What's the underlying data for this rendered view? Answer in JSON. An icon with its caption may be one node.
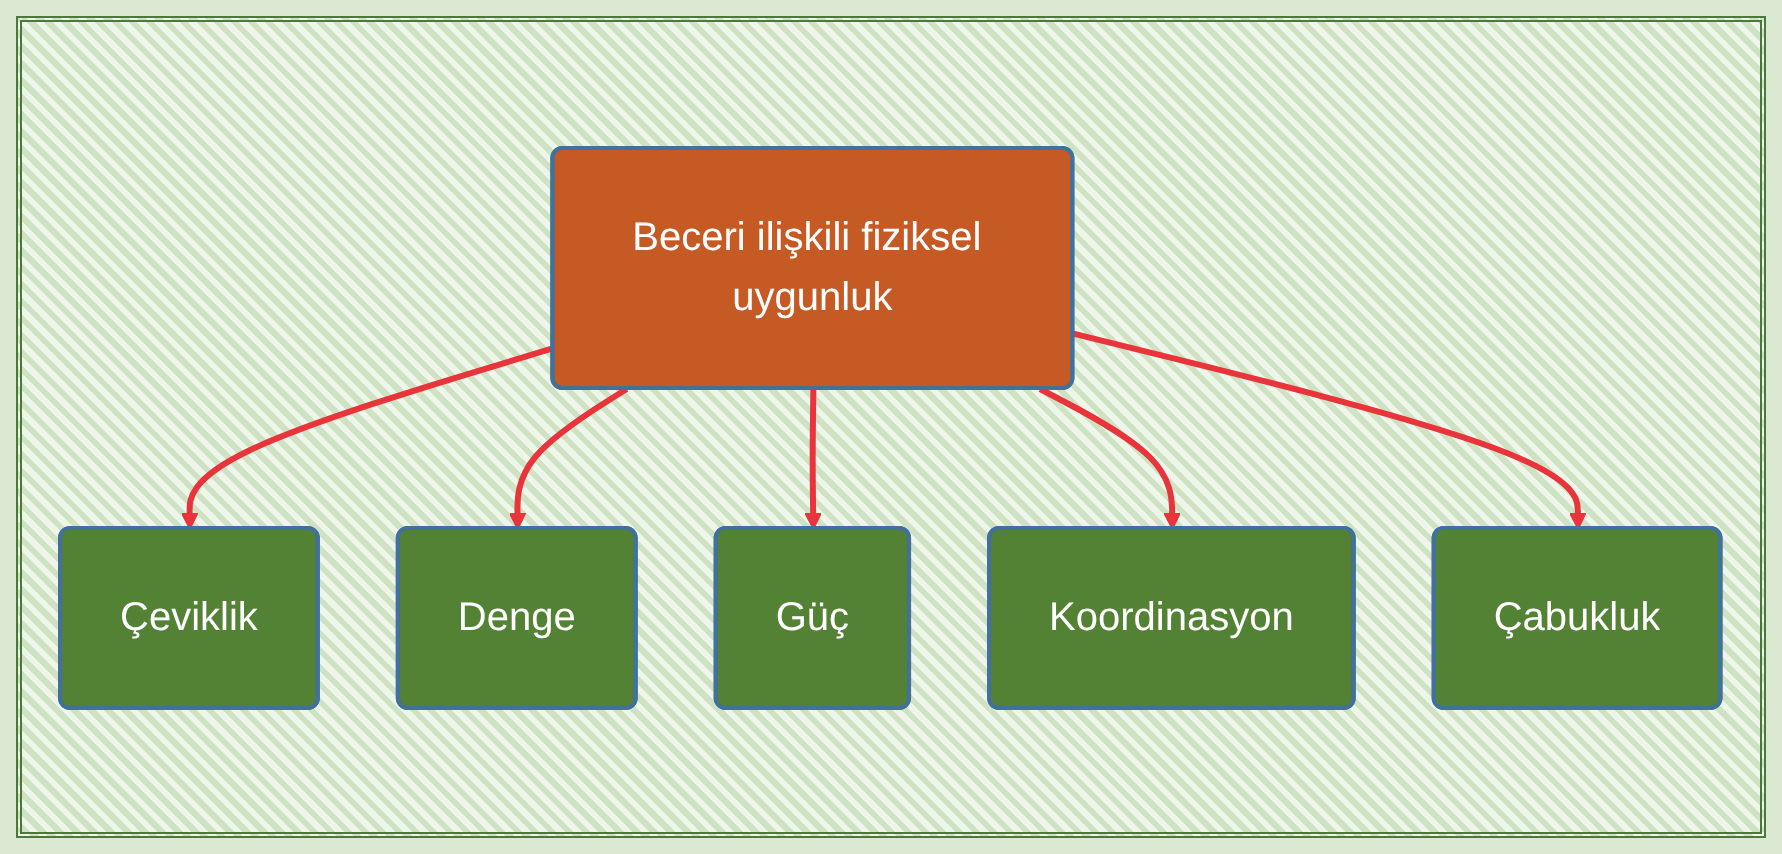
{
  "diagram": {
    "nodes": [
      {
        "text": [
          "Çeviklik"
        ]
      },
      {
        "text": [
          "Denge"
        ]
      },
      {
        "text": [
          "Güç"
        ]
      },
      {
        "text": [
          "Beceri ilişkili fiziksel uygunluk"
        ]
      },
      {
        "text": [
          "Koordinasyon"
        ]
      },
      {
        "text": [
          "Çabukluk"
        ]
      }
    ],
    "edges": [
      {
        "from": 3,
        "to": 0,
        "arrow": "to"
      },
      {
        "from": 3,
        "to": 1,
        "arrow": "to"
      },
      {
        "from": 3,
        "to": 2,
        "arrow": "to"
      },
      {
        "from": 3,
        "to": 4,
        "arrow": "to"
      },
      {
        "from": 3,
        "to": 5,
        "arrow": "to"
      }
    ]
  }
}
